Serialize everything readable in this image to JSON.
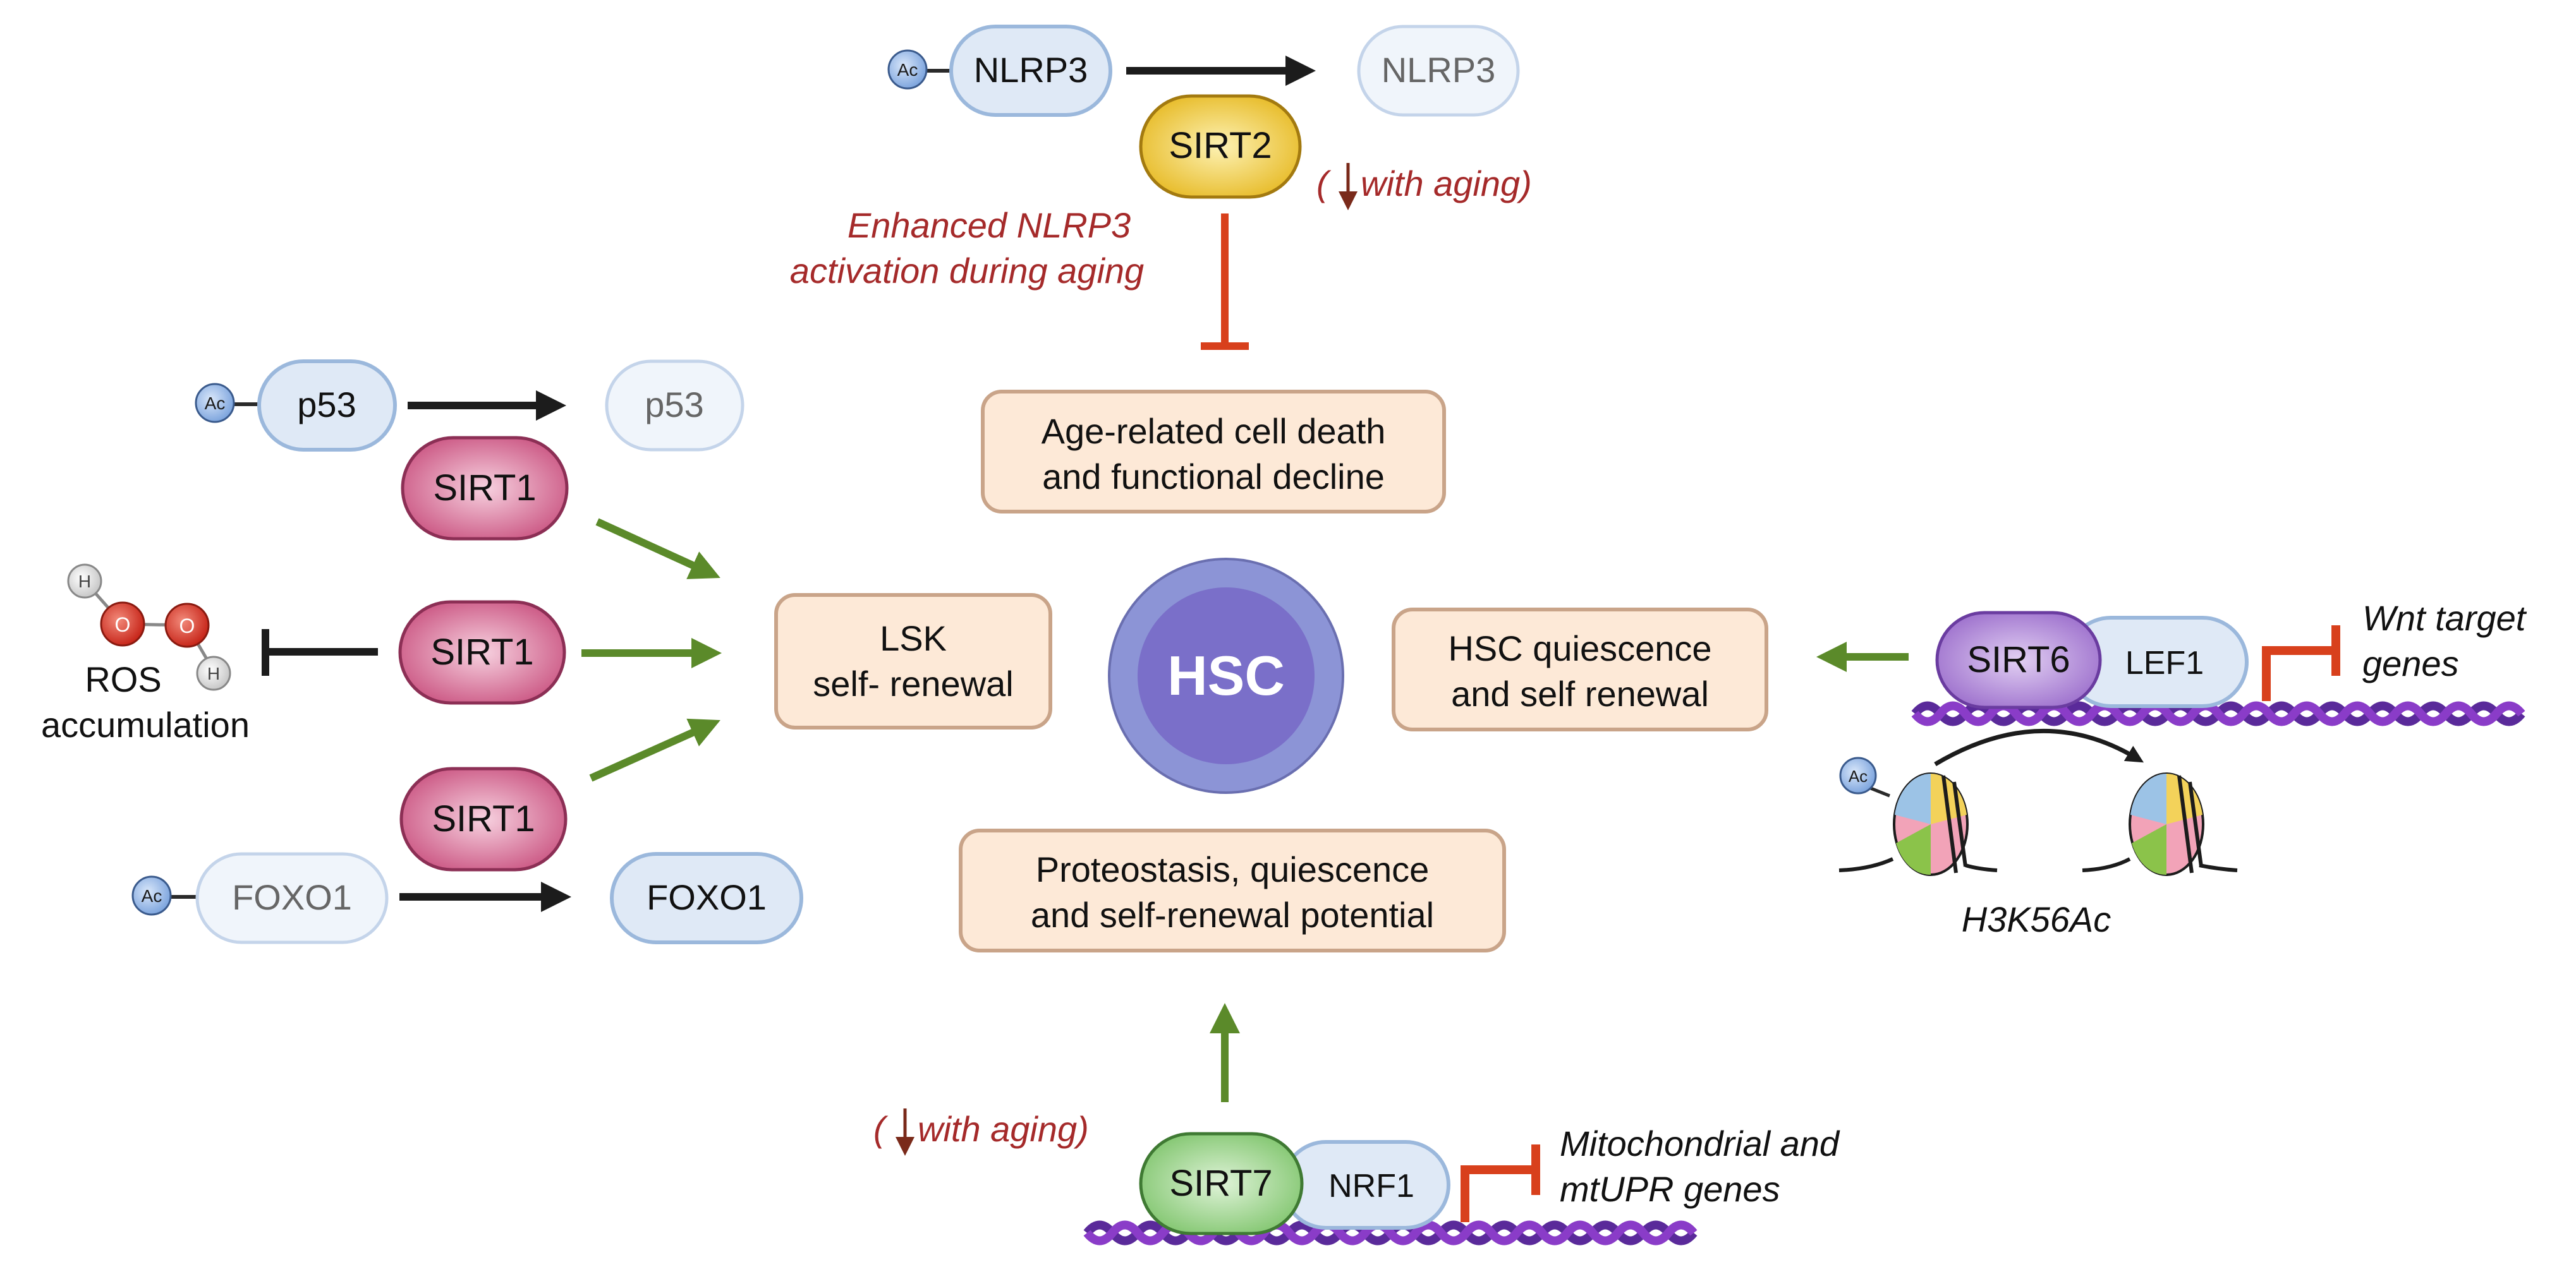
{
  "colors": {
    "arrow_dark": "#1c1c1c",
    "arrow_green": "#5b8a2a",
    "inhibit_red": "#d8401c",
    "aging_text": "#a52a2a",
    "box_fill": "#fde9d7",
    "box_stroke": "#c9a489",
    "pill_fill": "#dfe9f6",
    "pill_stroke": "#9bb8dc",
    "pill_fill_light": "#f0f5fb",
    "sirt1": "#d0628f",
    "sirt2": "#f1cd3c",
    "sirt6": "#a379d0",
    "sirt7": "#8ccc7d",
    "hsc_outer": "#8c94d6",
    "hsc_inner": "#7a6fc9",
    "dna_1": "#5a2a9a",
    "dna_2": "#8a3cc8"
  },
  "labels": {
    "acetyl": "Ac",
    "nlrp3": "NLRP3",
    "sirt2": "SIRT2",
    "sirt1": "SIRT1",
    "sirt6": "SIRT6",
    "sirt7": "SIRT7",
    "p53": "p53",
    "foxo1": "FOXO1",
    "lef1": "LEF1",
    "nrf1": "NRF1",
    "hsc": "HSC",
    "ros": "ROS",
    "ros_accumulation": "accumulation",
    "h_atom": "H",
    "o_atom": "O",
    "with_aging": "with aging)",
    "paren_open": "(",
    "enhanced_line1": "Enhanced NLRP3",
    "enhanced_line2": "activation during aging",
    "age_related_line1": "Age-related cell death",
    "age_related_line2": "and functional decline",
    "lsk_line1": "LSK",
    "lsk_line2": "self- renewal",
    "hsc_q_line1": "HSC quiescence",
    "hsc_q_line2": "and self renewal",
    "proteo_line1": "Proteostasis, quiescence",
    "proteo_line2": "and self-renewal potential",
    "wnt_line1": "Wnt target",
    "wnt_line2": "genes",
    "mito_line1": "Mitochondrial and",
    "mito_line2": "mtUPR genes",
    "h3k56ac": "H3K56Ac"
  }
}
